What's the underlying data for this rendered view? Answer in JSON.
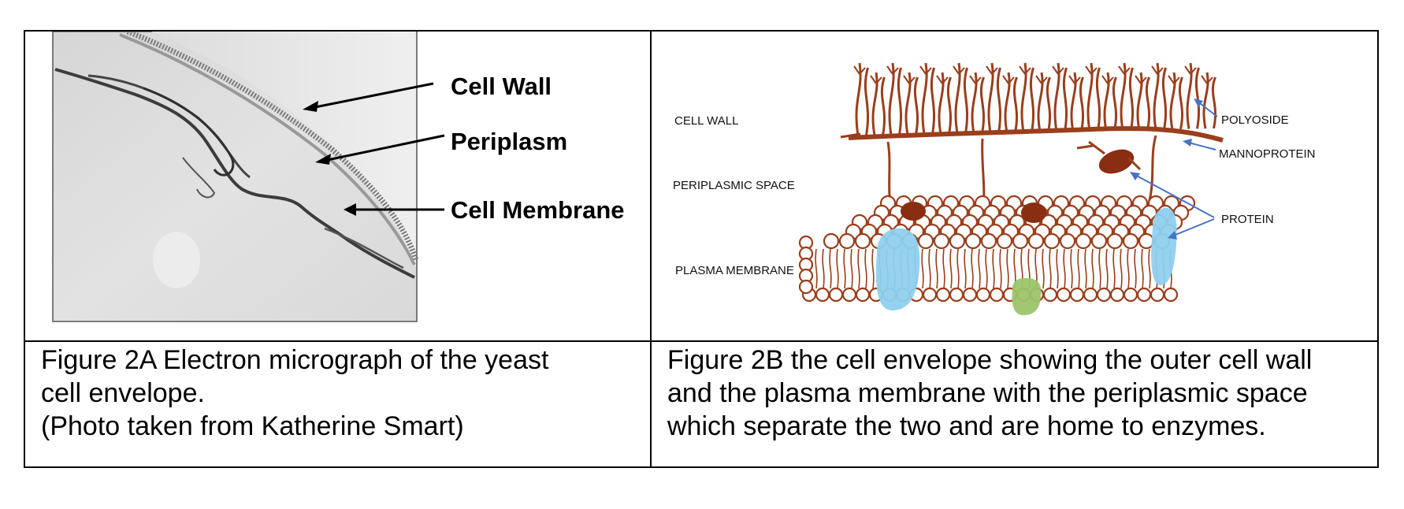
{
  "figure_a": {
    "labels": {
      "cell_wall": "Cell Wall",
      "periplasm": "Periplasm",
      "cell_membrane": "Cell Membrane"
    },
    "caption": "Figure 2A Electron micrograph of the yeast\ncell envelope.\n(Photo taken from Katherine Smart)"
  },
  "figure_b": {
    "left_labels": {
      "cell_wall": "CELL WALL",
      "periplasmic_space": "PERIPLASMIC SPACE",
      "plasma_membrane": "PLASMA MEMBRANE"
    },
    "right_labels": {
      "polyoside": "POLYOSIDE",
      "mannoprotein": "MANNOPROTEIN",
      "protein": "PROTEIN"
    },
    "caption": "Figure 2B the cell envelope showing the outer cell wall\nand the plasma membrane with the periplasmic space\nwhich separate the two and are home to enzymes.",
    "colors": {
      "wall": "#9a3e1c",
      "blue_protein": "#8fd0ee",
      "green_protein": "#9cc46a",
      "pointer": "#4a72c4"
    }
  }
}
